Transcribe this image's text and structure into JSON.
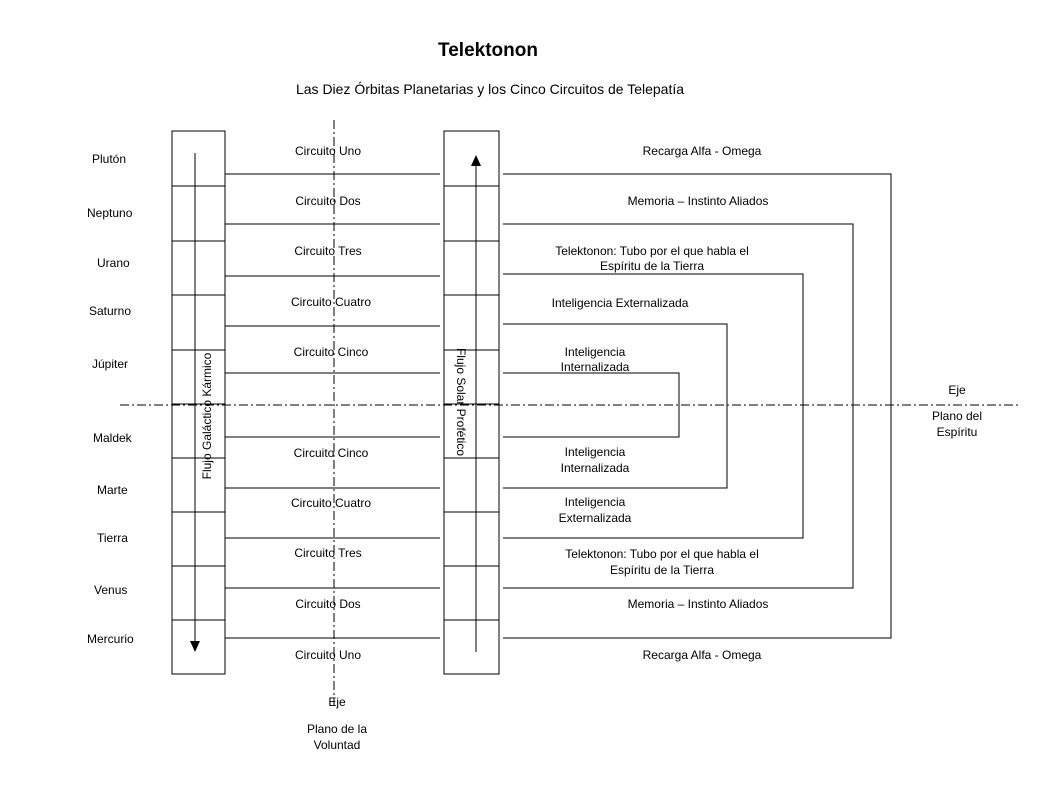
{
  "title": "Telektonon",
  "subtitle": "Las Diez Órbitas Planetarias y los Cinco Circuitos de Telepatía",
  "planets": [
    "Plutón",
    "Neptuno",
    "Urano",
    "Saturno",
    "Júpiter",
    "Maldek",
    "Marte",
    "Tierra",
    "Venus",
    "Mercurio"
  ],
  "circuits_top": [
    "Circuito Uno",
    "Circuito Dos",
    "Circuito Tres",
    "Circuito Cuatro",
    "Circuito Cinco"
  ],
  "circuits_bottom": [
    "Circuito Cinco",
    "Circuito Cuatro",
    "Circuito Tres",
    "Circuito Dos",
    "Circuito Uno"
  ],
  "left_column_label": "Flujo Galáctico Kármico",
  "right_column_label": "Flujo Solar Profético",
  "right_labels": {
    "r1": "Recarga Alfa - Omega",
    "r2": "Memoria – Instinto Aliados",
    "r3a": "Telektonon: Tubo por el que habla el",
    "r3b": "Espíritu de la Tierra",
    "r4": "Inteligencia Externalizada",
    "r5a": "Inteligencia",
    "r5b": "Internalizada",
    "r6a": "Inteligencia",
    "r6b": "Internalizada",
    "r7a": "Inteligencia",
    "r7b": "Externalizada",
    "r8a": "Telektonon: Tubo por el que habla el",
    "r8b": "Espíritu de la Tierra",
    "r9": "Memoria – Instinto Aliados",
    "r10": "Recarga Alfa - Omega"
  },
  "axis_horizontal": {
    "label": "Eje",
    "caption_line1": "Plano del",
    "caption_line2": "Espíritu"
  },
  "axis_vertical": {
    "label": "Eje",
    "caption_line1": "Plano de la",
    "caption_line2": "Voluntad"
  }
}
